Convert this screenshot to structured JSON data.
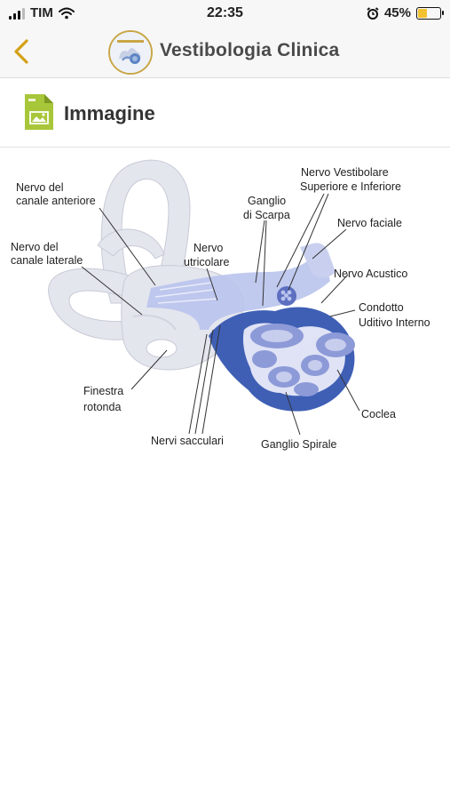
{
  "status_bar": {
    "carrier": "TIM",
    "time": "22:35",
    "battery_percent": "45%",
    "battery_level": 0.45
  },
  "nav": {
    "title": "Vestibologia Clinica"
  },
  "section": {
    "title": "Immagine"
  },
  "figure": {
    "labels": {
      "nervo_canale_anteriore_1": "Nervo del",
      "nervo_canale_anteriore_2": "canale anteriore",
      "nervo_canale_laterale_1": "Nervo del",
      "nervo_canale_laterale_2": "canale laterale",
      "finestra_rotonda_1": "Finestra",
      "finestra_rotonda_2": "rotonda",
      "nervi_sacculari": "Nervi sacculari",
      "nervo_utricolare_1": "Nervo",
      "nervo_utricolare_2": "utricolare",
      "ganglio_scarpa_1": "Ganglio",
      "ganglio_scarpa_2": "di Scarpa",
      "nervo_vestibolare_1": "Nervo Vestibolare",
      "nervo_vestibolare_2": "Superiore e Inferiore",
      "nervo_faciale": "Nervo faciale",
      "nervo_acustico": "Nervo Acustico",
      "condotto_uditivo_1": "Condotto",
      "condotto_uditivo_2": "Uditivo Interno",
      "coclea": "Coclea",
      "ganglio_spirale": "Ganglio Spirale"
    }
  },
  "colors": {
    "back_chevron": "#d4a017",
    "file_icon": "#a8c63a",
    "labyrinth": "#e4e6ee",
    "nerve": "#b9c3ec",
    "cochlea_dark": "#3f5fb5",
    "cochlea_light": "#8d9ad8"
  }
}
